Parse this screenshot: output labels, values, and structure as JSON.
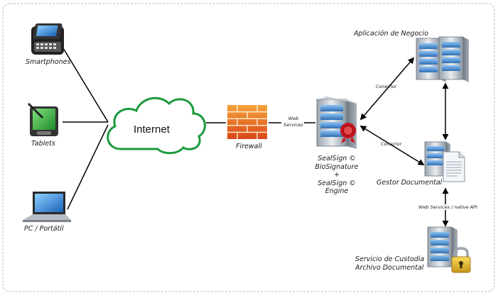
{
  "devices": {
    "smartphones": "Smartphones",
    "tablets": "Tablets",
    "pc": "PC / Portátil"
  },
  "internet": "Internet",
  "firewall": "Firewall",
  "web_services": [
    "Web",
    "Services"
  ],
  "sealsign": [
    "SealSign ©",
    "BioSignature",
    "+",
    "SealSign ©",
    "Engine"
  ],
  "connector_top": "Conector",
  "connector_mid": "Conector",
  "business_app": "Aplicación de Negocio",
  "doc_manager": "Gestor Documental",
  "web_services_api": "Web Services / native API",
  "custody": [
    "Servicio de Custodia",
    "Archivo Documental"
  ],
  "colors": {
    "cloud_stroke": "#1c9a3c",
    "server_blue": "#4f8fd1",
    "firewall_orange": "#f08a1c",
    "seal_red": "#c8121c",
    "lock_gold": "#e8b820"
  }
}
